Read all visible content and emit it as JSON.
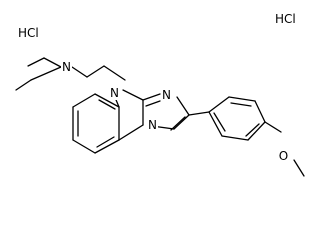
{
  "salt_labels": {
    "left": "HCl",
    "right": "HCl"
  },
  "atoms": {
    "amine_n": "N",
    "ring_n_top": "N",
    "ring_n_imine": "N",
    "ring_n_bridge": "N",
    "ether_o": "O"
  }
}
